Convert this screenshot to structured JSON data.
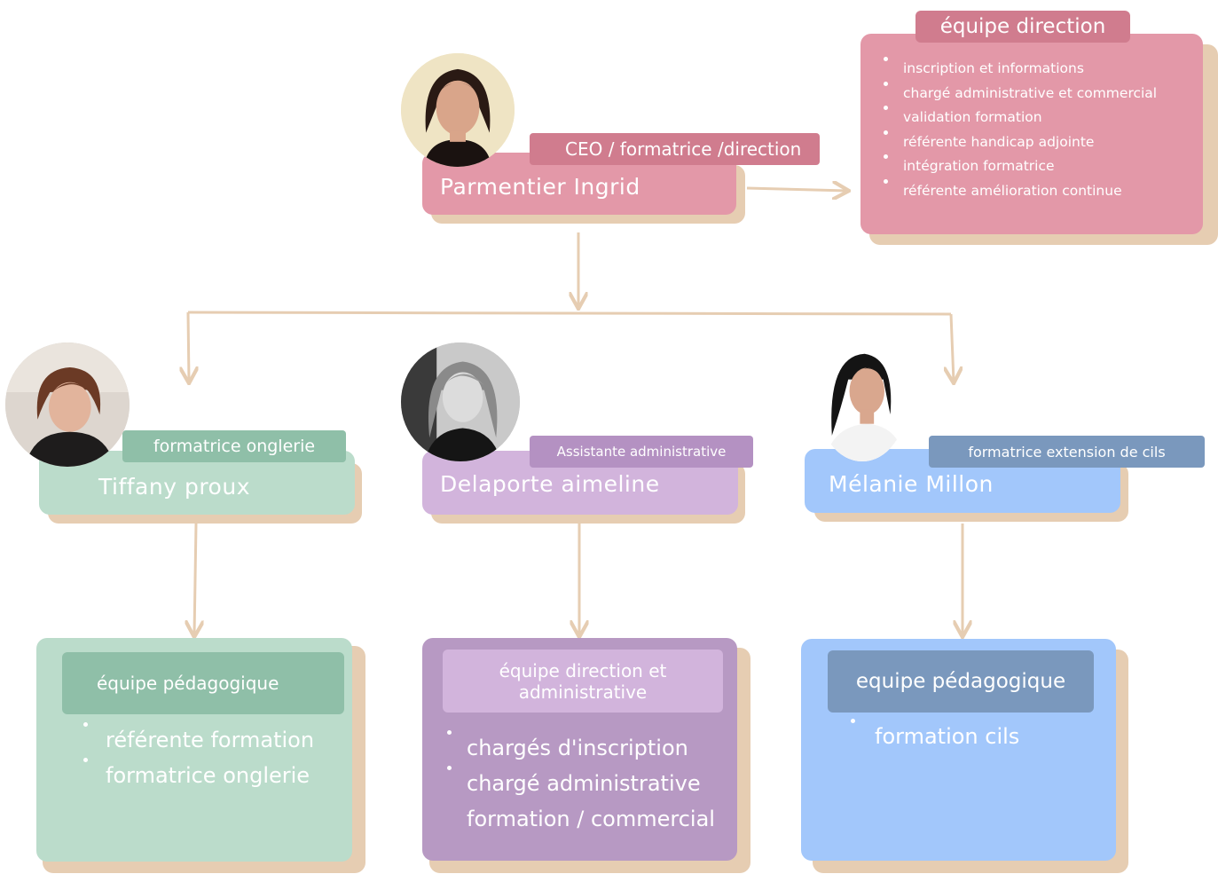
{
  "ceo": {
    "name": "Parmentier Ingrid",
    "role": "CEO / formatrice /direction"
  },
  "direction_team": {
    "title": "équipe direction",
    "items": [
      "inscription et informations",
      "chargé administrative et commercial",
      "validation formation",
      "référente handicap adjointe",
      "intégration formatrice",
      "référente amélioration continue"
    ]
  },
  "people": [
    {
      "name": "Tiffany proux",
      "role": "formatrice onglerie"
    },
    {
      "name": "Delaporte aimeline",
      "role": "Assistante administrative"
    },
    {
      "name": "Mélanie Millon",
      "role": "formatrice extension de cils"
    }
  ],
  "teams": [
    {
      "title": "équipe pédagogique",
      "items": [
        "référente formation",
        "formatrice onglerie"
      ]
    },
    {
      "title_line1": "équipe direction et",
      "title_line2": "administrative",
      "items": [
        "chargés d'inscription",
        "chargé administrative",
        "formation / commercial"
      ]
    },
    {
      "title": "equipe pédagogique",
      "items": [
        "formation cils"
      ]
    }
  ],
  "colors": {
    "pink": "#e398a8",
    "pink_dark": "#d07c8e",
    "green": "#bbdccb",
    "green_dark": "#8fbfa8",
    "lilac": "#d2b4dc",
    "lilac_dark": "#b491c2",
    "purple": "#b799c3",
    "blue": "#a2c7fb",
    "blue_dark": "#7a98bd",
    "shadow": "#e6cdb2",
    "connector": "#e6cdb2"
  }
}
